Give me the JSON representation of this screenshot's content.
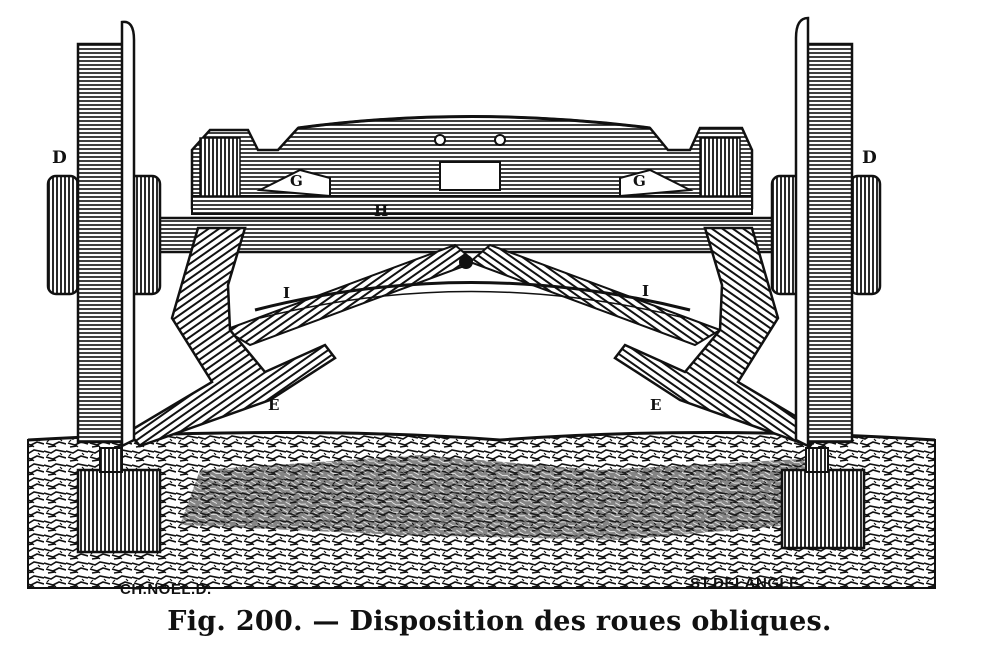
{
  "figure": {
    "labels": {
      "d_left": "D",
      "d_right": "D",
      "g_left": "G",
      "g_right": "G",
      "h": "H",
      "i_left": "I",
      "i_right": "I",
      "e_left": "E",
      "e_right": "E"
    },
    "credit_left": "CH.NOEL.D.",
    "credit_right": "ST.DELANGLE"
  },
  "caption": "Fig. 200. — Disposition des roues obliques.",
  "colors": {
    "ink": "#111111",
    "paper": "#ffffff",
    "shade": "#555555"
  }
}
